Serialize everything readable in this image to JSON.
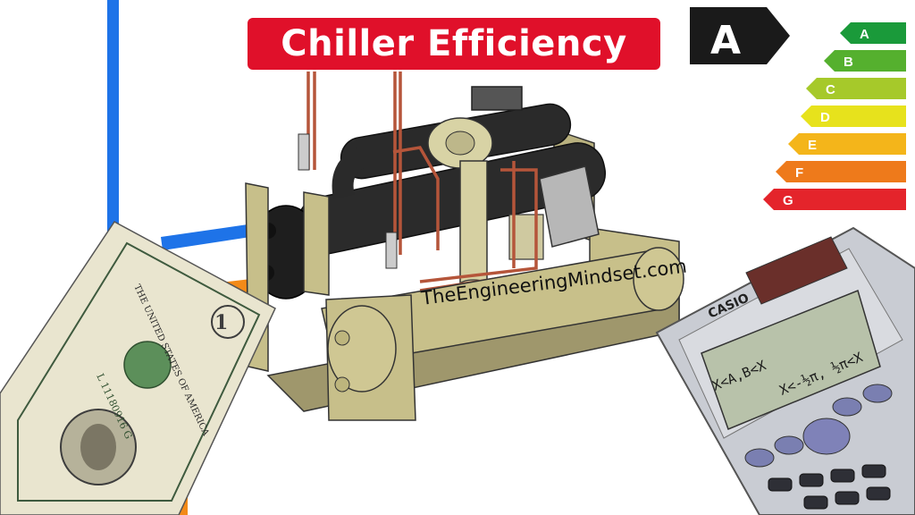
{
  "title": "Chiller Efficiency",
  "watermark": "TheEngineeringMindset.com",
  "energy_label": {
    "current_rating": "A",
    "grades": [
      "A",
      "B",
      "C",
      "D",
      "E",
      "F",
      "G"
    ],
    "grade_colors": [
      "#1a9a3a",
      "#55b02e",
      "#a6c92a",
      "#e7e21c",
      "#f4b51a",
      "#ee7a1b",
      "#e4242b"
    ]
  },
  "pipe_colors": {
    "supply": "#1e73e8",
    "return": "#f38a17"
  },
  "calculator": {
    "brand": "CASIO",
    "display_line_1": "X<A,B<X",
    "display_line_2": "X<-½π, ½π<X"
  },
  "banknote": {
    "serial": "L 11180916 G",
    "corner_value": "1",
    "text": "THE UNITED STATES OF AMERICA"
  }
}
